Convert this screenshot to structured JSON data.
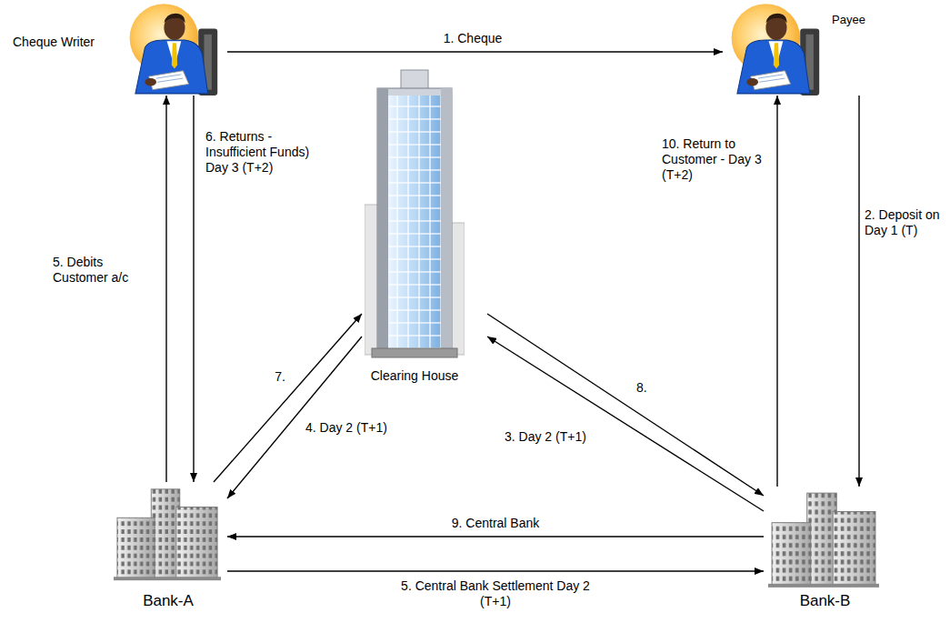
{
  "diagram": {
    "nodes": [
      {
        "text": [
          "Cheque Writer"
        ]
      },
      {
        "text": [
          "Payee"
        ]
      },
      {
        "text": [
          "Clearing House"
        ]
      },
      {
        "text": [
          "Bank-A"
        ]
      },
      {
        "text": [
          "Bank-B"
        ]
      }
    ],
    "edges": [
      {
        "from": 0,
        "to": 1,
        "label": "1. Cheque",
        "arrow": "to"
      },
      {
        "from": 1,
        "to": 4,
        "label": "2. Deposit on Day 1 (T)",
        "arrow": "to"
      },
      {
        "from": 4,
        "to": 2,
        "label": "3. Day 2 (T+1)",
        "arrow": "to"
      },
      {
        "from": 2,
        "to": 3,
        "label": "4. Day 2 (T+1)",
        "arrow": "to"
      },
      {
        "from": 3,
        "to": 0,
        "label": "5. Debits Customer a/c",
        "arrow": "to"
      },
      {
        "from": 0,
        "to": 3,
        "label": "6. Returns - Insufficient Funds) Day 3 (T+2)",
        "arrow": "to"
      },
      {
        "from": 3,
        "to": 2,
        "label": "7.",
        "arrow": "to"
      },
      {
        "from": 2,
        "to": 4,
        "label": "8.",
        "arrow": "to"
      },
      {
        "from": 4,
        "to": 3,
        "label": "9. Central Bank",
        "arrow": "to"
      },
      {
        "from": 3,
        "to": 4,
        "label": "5. Central Bank Settlement Day 2 (T+1)",
        "arrow": "to"
      },
      {
        "from": 4,
        "to": 1,
        "label": "10. Return to Customer - Day 3 (T+2)",
        "arrow": "to"
      }
    ]
  }
}
